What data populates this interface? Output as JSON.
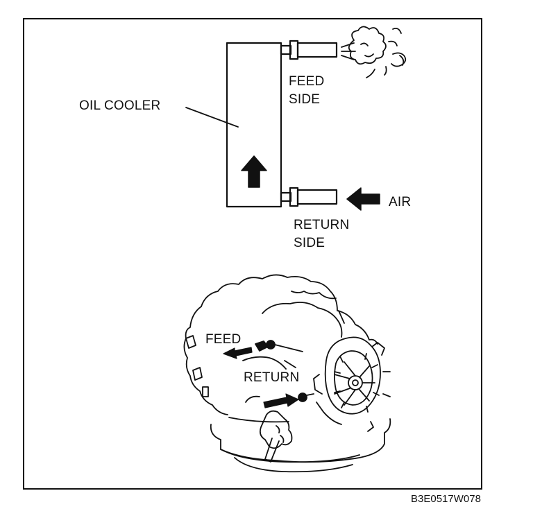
{
  "labels": {
    "oil_cooler": "OIL COOLER",
    "feed_side_line1": "FEED",
    "feed_side_line2": "SIDE",
    "air": "AIR",
    "return_side_line1": "RETURN",
    "return_side_line2": "SIDE",
    "feed": "FEED",
    "return": "RETURN"
  },
  "figure_code": "B3E0517W078",
  "colors": {
    "ink": "#111111",
    "background": "#ffffff"
  }
}
